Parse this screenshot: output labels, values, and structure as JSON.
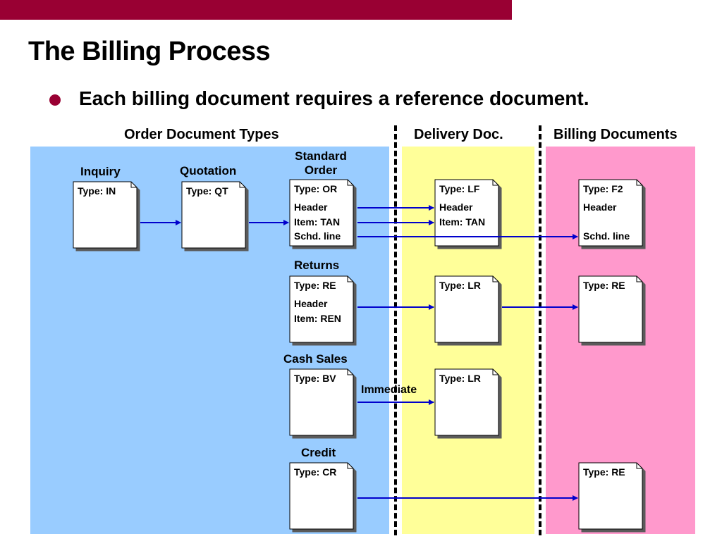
{
  "header": {
    "title": "The Billing Process",
    "bullet": "Each billing document requires a reference document."
  },
  "colors": {
    "topbar": "#990033",
    "bullet": "#990033",
    "order_zone": "#99ccff",
    "delivery_zone": "#ffff99",
    "billing_zone": "#ff99cc",
    "arrow": "#0000cc"
  },
  "columns": {
    "order": "Order Document Types",
    "delivery": "Delivery Doc.",
    "billing": "Billing Documents"
  },
  "groups": {
    "inquiry": "Inquiry",
    "quotation": "Quotation",
    "standard_order_1": "Standard",
    "standard_order_2": "Order",
    "returns": "Returns",
    "cash_sales": "Cash Sales",
    "credit": "Credit"
  },
  "docs": {
    "inquiry": [
      "Type: IN"
    ],
    "quotation": [
      "Type: QT"
    ],
    "standard_order": [
      "Type: OR",
      "Header",
      "Item: TAN",
      "Schd. line"
    ],
    "delivery_lf": [
      "Type: LF",
      "Header",
      "Item: TAN"
    ],
    "billing_f2": [
      "Type: F2",
      "Header",
      "Schd. line"
    ],
    "returns": [
      "Type: RE",
      "Header",
      "Item: REN"
    ],
    "delivery_lr_returns": [
      "Type: LR"
    ],
    "billing_re_returns": [
      "Type: RE"
    ],
    "cash_sales": [
      "Type: BV"
    ],
    "delivery_lr_cash": [
      "Type: LR"
    ],
    "credit": [
      "Type: CR"
    ],
    "billing_re_credit": [
      "Type: RE"
    ]
  },
  "annotations": {
    "immediate": "Immediate"
  }
}
